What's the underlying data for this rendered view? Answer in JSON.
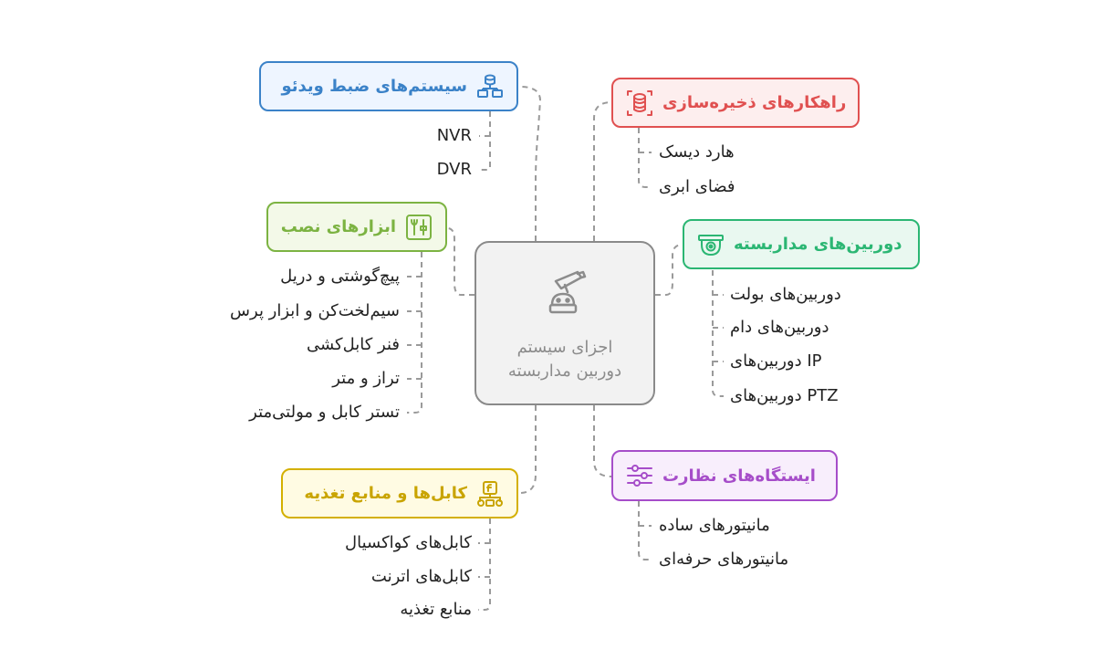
{
  "center": {
    "title_line1": "اجزای سیستم",
    "title_line2": "دوربین مداربسته",
    "icon": "security-camera-robot-icon"
  },
  "branches": {
    "recording": {
      "title": "سیستم‌های ضبط ویدئو",
      "icon": "network-computers-icon",
      "color": "#3b82c8",
      "fill": "#eef5ff",
      "items": [
        "NVR",
        "DVR"
      ]
    },
    "tools": {
      "title": "ابزارهای نصب",
      "icon": "toolbox-icon",
      "color": "#7cb342",
      "fill": "#f3f9e8",
      "items": [
        "پیچ‌گوشتی و دریل",
        "سیم‌لخت‌کن و ابزار پرس",
        "فنر کابل‌کشی",
        "تراز و متر",
        "تستر کابل و مولتی‌متر"
      ]
    },
    "cables": {
      "title": "کابل‌ها و منابع تغذیه",
      "icon": "power-plug-icon",
      "color": "#d4b000",
      "fill": "#fffbe3",
      "items": [
        "کابل‌های کواکسیال",
        "کابل‌های اترنت",
        "منابع تغذیه"
      ]
    },
    "storage": {
      "title": "راهکارهای ذخیره‌سازی",
      "icon": "database-icon",
      "color": "#e05050",
      "fill": "#fdeeee",
      "items": [
        "هارد دیسک",
        "فضای ابری"
      ]
    },
    "cameras": {
      "title": "دوربین‌های مداربسته",
      "icon": "dome-camera-icon",
      "color": "#2bb673",
      "fill": "#e9f8f0",
      "items": [
        "دوربین‌های بولت",
        "دوربین‌های دام",
        "IP دوربین‌های",
        "PTZ دوربین‌های"
      ]
    },
    "monitoring": {
      "title": "ایستگاه‌های نظارت",
      "icon": "sliders-icon",
      "color": "#a64dc9",
      "fill": "#f8eefc",
      "items": [
        "مانیتورهای ساده",
        "مانیتورهای حرفه‌ای"
      ]
    }
  }
}
